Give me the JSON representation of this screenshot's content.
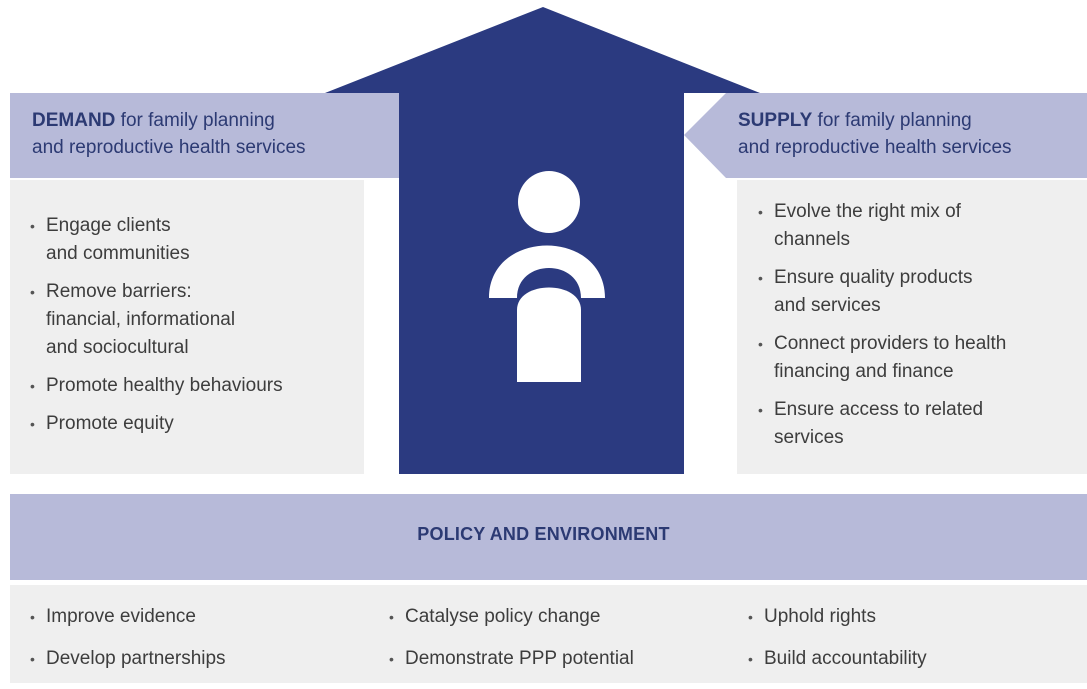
{
  "demand": {
    "title_bold": "DEMAND",
    "title_line1_rest": " for family planning",
    "title_line2": "and reproductive health services",
    "items": [
      [
        "Engage clients",
        "and communities"
      ],
      [
        "Remove barriers:",
        "financial, informational",
        "and sociocultural"
      ],
      [
        "Promote healthy behaviours"
      ],
      [
        "Promote equity"
      ]
    ]
  },
  "supply": {
    "title_bold": "SUPPLY",
    "title_line1_rest": " for family planning",
    "title_line2": "and reproductive health services",
    "items": [
      [
        "Evolve the right mix of",
        "channels"
      ],
      [
        "Ensure quality products",
        "and services"
      ],
      [
        "Connect providers to health",
        "financing and finance"
      ],
      [
        "Ensure access to related",
        "services"
      ]
    ]
  },
  "policy": {
    "title": "POLICY AND ENVIRONMENT",
    "columns": [
      [
        "Improve evidence",
        "Develop partnerships"
      ],
      [
        "Catalyse policy change",
        "Demonstrate PPP potential"
      ],
      [
        "Uphold rights",
        "Build accountability"
      ]
    ]
  },
  "colors": {
    "navy": "#2b3a80",
    "lavender": "#b7bad9",
    "light_gray": "#efefef",
    "title_text": "#2c3a73",
    "body_text": "#3d3d3d"
  },
  "icons": [
    "person-icon"
  ]
}
